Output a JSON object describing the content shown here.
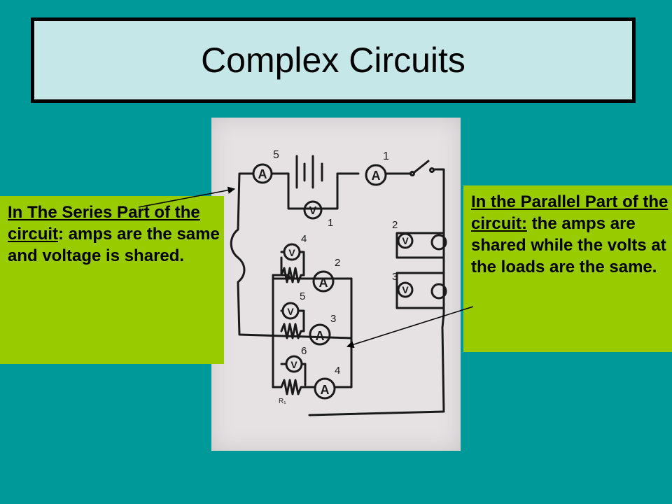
{
  "slide": {
    "title": "Complex Circuits"
  },
  "series_note": {
    "heading": "In The Series Part of the circuit",
    "colon": ":",
    "body": "amps are the same and voltage is shared."
  },
  "parallel_note": {
    "heading": "In the Parallel Part of the circuit:",
    "body": "the amps are shared while the volts at the loads are the same."
  },
  "diagram": {
    "ammeter_symbol": "A",
    "voltmeter_symbol": "V",
    "label_a_main": "5",
    "label_a_top": "1",
    "label_v_batt": "1",
    "label_a2": "2",
    "label_a3": "3",
    "label_a4": "4",
    "label_v4": "4",
    "label_v5": "5",
    "label_v6": "6",
    "label_right_2": "2",
    "label_right_3": "3",
    "label_r1": "R₁"
  },
  "colors": {
    "background": "#009999",
    "title_box": "#c6e7e7",
    "note_fill": "#99cc00",
    "paper": "#e6e2e4"
  }
}
